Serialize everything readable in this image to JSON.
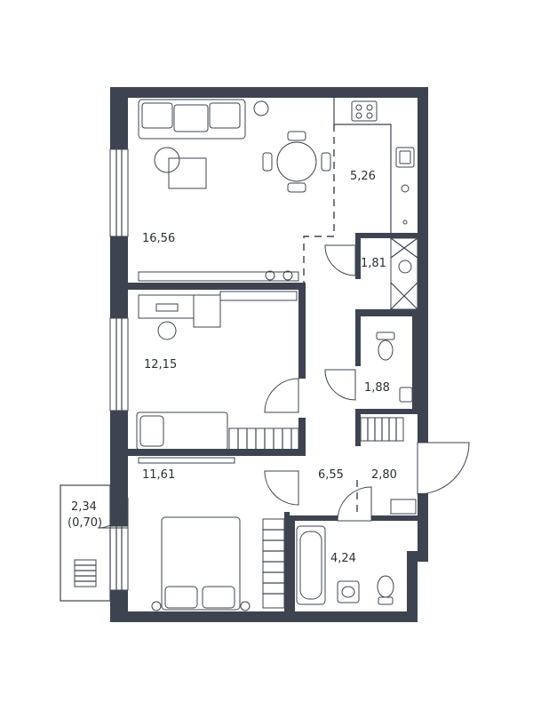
{
  "rooms": {
    "living": {
      "area": "16,56"
    },
    "kitchen": {
      "area": "5,26"
    },
    "hall_small": {
      "area": "1,81"
    },
    "bedroom1": {
      "area": "12,15"
    },
    "wc": {
      "area": "1,88"
    },
    "bedroom2": {
      "area": "11,61"
    },
    "corridor": {
      "area": "6,55"
    },
    "wardrobe": {
      "area": "2,80"
    },
    "bathroom": {
      "area": "4,24"
    },
    "balcony": {
      "area": "2,34",
      "area_coef": "(0,70)"
    }
  }
}
